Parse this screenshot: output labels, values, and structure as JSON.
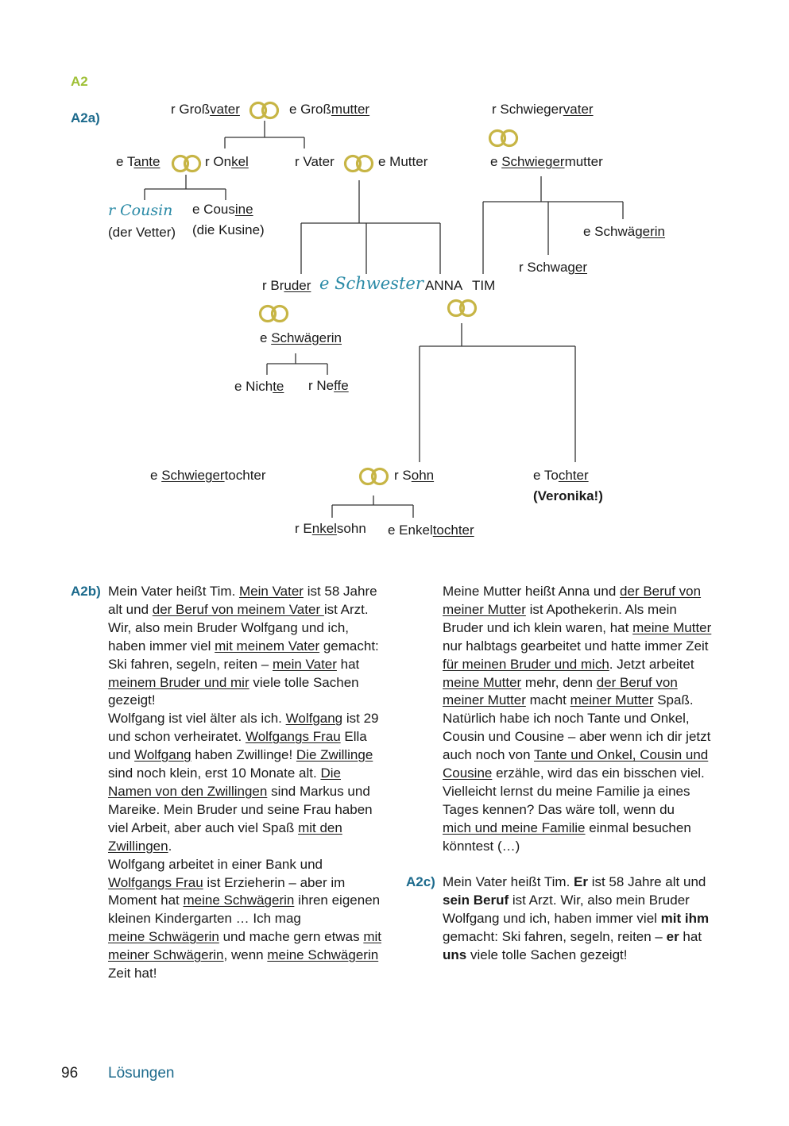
{
  "header": {
    "section_a2": "A2",
    "section_a2a": "A2a)"
  },
  "tree": {
    "grossvater": {
      "pre": "r Groß",
      "ul": "vater"
    },
    "grossmutter": {
      "pre": "e Groß",
      "ul": "mutter"
    },
    "schwiegervater": {
      "pre": "r Schwieger",
      "ul": "vater"
    },
    "tante": {
      "pre": "e T",
      "ul": "ante"
    },
    "onkel": {
      "pre": "r On",
      "ul": "kel"
    },
    "vater": "r Vater",
    "mutter": "e Mutter",
    "schwiegermutter": {
      "pre": "e ",
      "ul": "Schwieger",
      "post": "mutter"
    },
    "cousin": "r Cousin",
    "cousin_note": "(der Vetter)",
    "cousine": {
      "pre": "e Cous",
      "ul": "ine"
    },
    "cousine_note": "(die Kusine)",
    "schwaegerin_right": {
      "pre": "e Schwä",
      "ul": "gerin"
    },
    "schwager": {
      "pre": "r Schwa",
      "ul": "ger"
    },
    "bruder": {
      "pre": "r Br",
      "ul": "uder"
    },
    "schwester": "e Schwester",
    "anna": "ANNA",
    "tim": "TIM",
    "schwaegerin_left": {
      "pre": "e ",
      "ul": "Schwägerin"
    },
    "nichte": {
      "pre": "e Nich",
      "ul": "te"
    },
    "neffe": {
      "pre": "r Ne",
      "ul": "ffe"
    },
    "schwiegertochter": {
      "pre": "e ",
      "ul": "Schwieger",
      "post": "tochter"
    },
    "sohn": {
      "pre": "r S",
      "ul": "ohn"
    },
    "tochter": {
      "pre": "e To",
      "ul": "chter"
    },
    "veronika": "(Veronika!)",
    "enkelsohn": {
      "pre": "r E",
      "ul": "nkel",
      "post": "sohn"
    },
    "enkeltochter": {
      "pre": "e Enkel",
      "ul": "tochter"
    }
  },
  "a2b": {
    "label": "A2b)",
    "left": [
      [
        "Mein Vater heißt Tim. ",
        "_Mein Vater",
        " ist 58 Jahre"
      ],
      [
        "alt und ",
        "_der Beruf von meinem Vater ",
        "ist Arzt."
      ],
      [
        "Wir, also mein Bruder Wolfgang und ich,"
      ],
      [
        "haben immer viel ",
        "_mit meinem Vater",
        " gemacht:"
      ],
      [
        "Ski fahren, segeln, reiten – ",
        "_mein Vater",
        " hat"
      ],
      [
        "_meinem Bruder und mir",
        " viele tolle Sachen"
      ],
      [
        "gezeigt!"
      ],
      [
        "Wolfgang ist viel älter als ich. ",
        "_Wolfgang",
        " ist 29"
      ],
      [
        "und schon verheiratet. ",
        "_Wolfgangs Frau",
        " Ella"
      ],
      [
        "und ",
        "_Wolfgang",
        " haben Zwillinge! ",
        "_Die Zwillinge"
      ],
      [
        "sind noch klein, erst 10 Monate alt. ",
        "_Die "
      ],
      [
        "_Namen von den Zwillingen",
        " sind Markus und"
      ],
      [
        "Mareike. Mein Bruder und seine Frau haben"
      ],
      [
        "viel Arbeit, aber auch viel Spaß ",
        "_mit den "
      ],
      [
        "_Zwillingen",
        "."
      ],
      [
        "Wolfgang arbeitet in einer Bank und"
      ],
      [
        "_Wolfgangs Frau",
        " ist Erzieherin – aber im"
      ],
      [
        "Moment hat ",
        "_meine Schwägerin",
        " ihren eigenen"
      ],
      [
        "kleinen Kindergarten … Ich mag"
      ],
      [
        "_meine Schwägerin",
        " und mache gern etwas ",
        "_mit "
      ],
      [
        "_meiner Schwägerin",
        ", wenn ",
        "_meine Schwägerin"
      ],
      [
        "Zeit hat!"
      ]
    ],
    "right": [
      [
        "Meine Mutter heißt Anna und ",
        "_der Beruf von "
      ],
      [
        "_meiner Mutter",
        " ist Apothekerin. Als mein"
      ],
      [
        "Bruder und ich klein waren, hat ",
        "_meine Mutter"
      ],
      [
        "nur halbtags gearbeitet und hatte immer Zeit"
      ],
      [
        "_für meinen Bruder und mich",
        ". Jetzt arbeitet"
      ],
      [
        "_meine Mutter",
        " mehr, denn ",
        "_der Beruf von "
      ],
      [
        "_meiner Mutter",
        " macht ",
        "_meiner Mutter",
        " Spaß."
      ],
      [
        "Natürlich habe ich noch Tante und Onkel,"
      ],
      [
        "Cousin und Cousine – aber wenn ich dir jetzt"
      ],
      [
        "auch noch von ",
        "_Tante und Onkel, Cousin und "
      ],
      [
        "_Cousine",
        " erzähle, wird das ein bisschen viel."
      ],
      [
        "Vielleicht lernst du meine Familie ja eines"
      ],
      [
        "Tages kennen? Das wäre toll, wenn du"
      ],
      [
        "_mich und meine Familie",
        " einmal besuchen"
      ],
      [
        "könntest (…)"
      ]
    ]
  },
  "a2c": {
    "label": "A2c)",
    "lines": [
      [
        "Mein Vater heißt Tim. ",
        "*Er",
        " ist 58 Jahre alt und"
      ],
      [
        "*sein Beruf",
        " ist Arzt. Wir, also mein Bruder"
      ],
      [
        "Wolfgang und ich, haben immer viel ",
        "*mit ihm"
      ],
      [
        "gemacht: Ski fahren, segeln, reiten – ",
        "*er",
        " hat"
      ],
      [
        "*uns",
        " viele tolle Sachen gezeigt!"
      ]
    ]
  },
  "footer": {
    "page": "96",
    "title": "Lösungen"
  },
  "colors": {
    "accent_blue": "#1c6a8c",
    "accent_green": "#9fc036",
    "ring_gold": "#c7b545",
    "handwriting": "#2a8aa6"
  }
}
